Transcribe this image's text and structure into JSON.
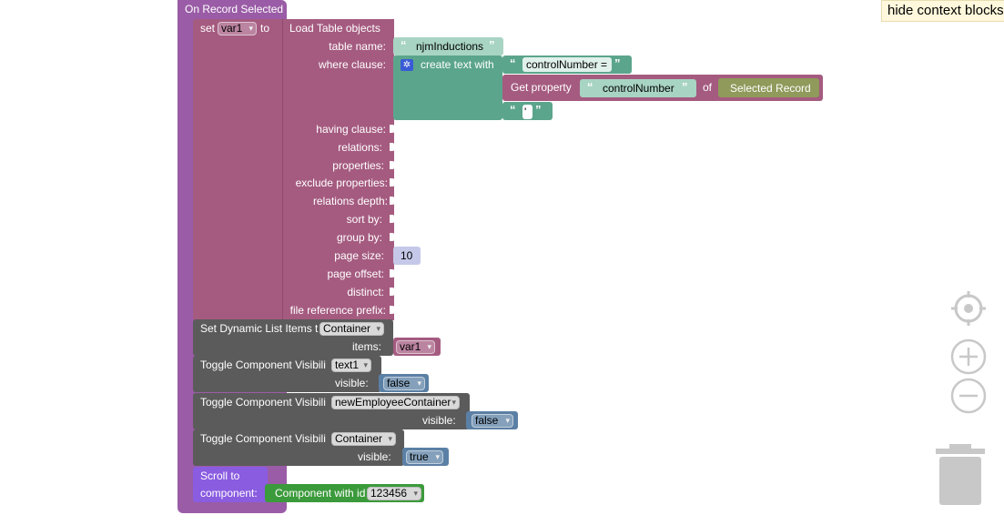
{
  "event_block": {
    "label": "On Record Selected"
  },
  "set_block": {
    "set_label": "set",
    "var_name": "var1",
    "to_label": "to"
  },
  "load_table": {
    "title": "Load Table objects",
    "params": [
      "table name:",
      "where clause:",
      "having clause:",
      "relations:",
      "properties:",
      "exclude properties:",
      "relations depth:",
      "sort by:",
      "group by:",
      "page size:",
      "page offset:",
      "distinct:",
      "file reference prefix:"
    ],
    "table_name_value": "njmInductions",
    "page_size_value": "10"
  },
  "create_text": {
    "label": "create text with",
    "text1": "controlNumber =",
    "text3": "'"
  },
  "get_property": {
    "label": "Get property",
    "property": "controlNumber",
    "of_label": "of",
    "source": "Selected Record"
  },
  "set_dynamic_list": {
    "label": "Set Dynamic List Items t",
    "component": "Container",
    "items_label": "items:",
    "items_var": "var1"
  },
  "toggles": [
    {
      "label": "Toggle Component Visibili",
      "component": "text1",
      "visible_label": "visible:",
      "value": "false"
    },
    {
      "label": "Toggle Component Visibili",
      "component": "newEmployeeContainer",
      "visible_label": "visible:",
      "value": "false"
    },
    {
      "label": "Toggle Component Visibili",
      "component": "Container",
      "visible_label": "visible:",
      "value": "true"
    }
  ],
  "scroll_block": {
    "label1": "Scroll to",
    "label2": "component:",
    "component_label": "Component with id",
    "component_id": "123456"
  },
  "context_menu": {
    "hide_label": "hide context blocks"
  },
  "controls": {
    "center": "target-icon",
    "zoom_in": "zoom-in-icon",
    "zoom_out": "zoom-out-icon",
    "trash": "trash-icon"
  },
  "colors": {
    "event": "#9a5ca6",
    "variables": "#a55b80",
    "text": "#5ba58c",
    "components": "#5b5b5b",
    "logic": "#5b80a5"
  }
}
